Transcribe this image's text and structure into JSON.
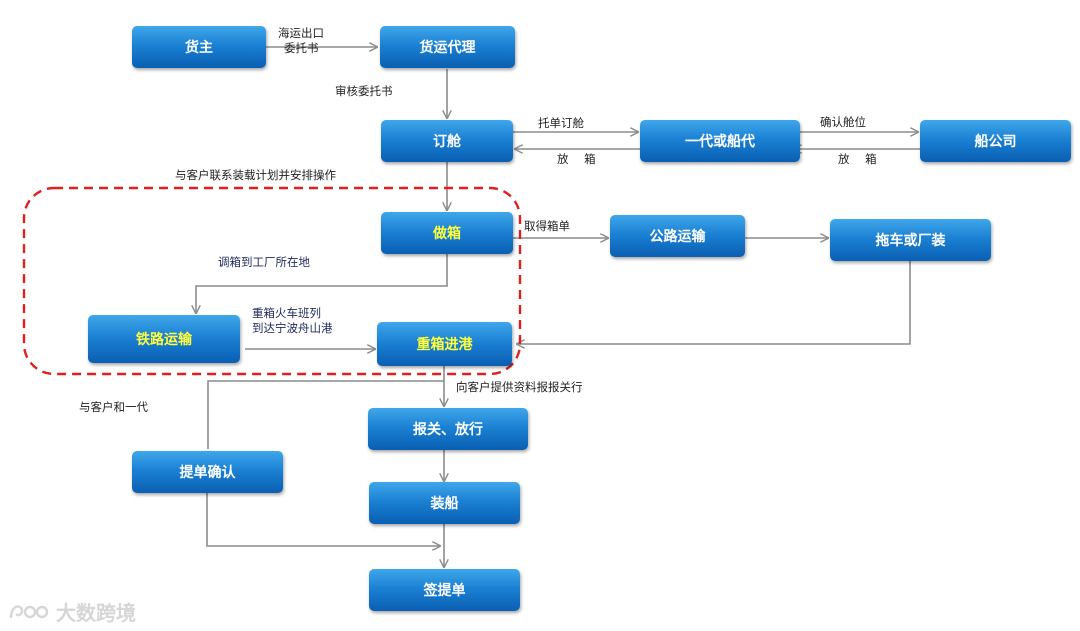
{
  "nodes": {
    "huozhu": "货主",
    "huoyun_daili": "货运代理",
    "dingcang": "订舱",
    "yidai_chuandai": "一代或船代",
    "chuan_gongsi": "船公司",
    "zuoxiang": "做箱",
    "gonglu_yunshu": "公路运输",
    "tuoche_changzhuang": "拖车或厂装",
    "tielu_yunshu": "铁路运输",
    "zhongxiang_jingang": "重箱进港",
    "baoguan_fangxing": "报关、放行",
    "tidan_queren": "提单确认",
    "zhuangchuan": "装船",
    "qian_tidan": "签提单"
  },
  "labels": {
    "haiyun_chukou": "海运出口",
    "weituoshu": "委托书",
    "shenhe_weituoshu": "审核委托书",
    "tuodan_dingcang": "托单订舱",
    "fangxiang_1": "放 箱",
    "queren_cangwei": "确认舱位",
    "fangxiang_2": "放 箱",
    "lianxi_zhuangzai": "与客户联系装载计划并安排操作",
    "qude_xiangdan": "取得箱单",
    "tiaoxiang": "调箱到工厂所在地",
    "zhongxiang_huoche": "重箱火车班列",
    "dao_dagang": "到达宁波舟山港",
    "tigong_ziliao": "向客户提供资料报报关行",
    "yu_kehu_yidai": "与客户和一代"
  },
  "watermark": {
    "text": "大数跨境",
    "icon": "logo-icon"
  },
  "colors": {
    "node_top": "#3fa7ea",
    "node_bottom": "#0a5fb2",
    "node_text": "#ffffff",
    "highlight_text": "#ffff3c",
    "arrow": "#8c8c8c",
    "dashed_box": "#e02020"
  }
}
